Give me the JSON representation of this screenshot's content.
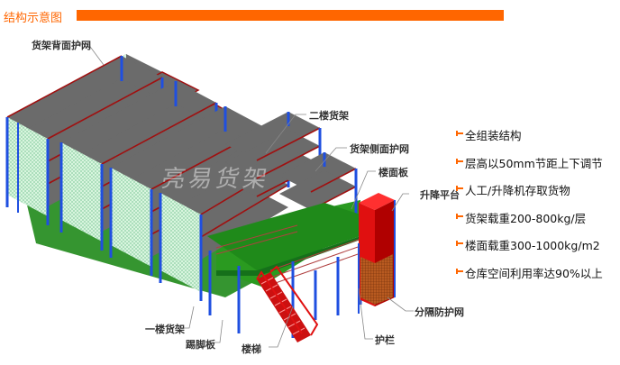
{
  "header": {
    "title": "结构示意图",
    "accent_color": "#ff6600"
  },
  "diagram": {
    "watermark": "亮易货架",
    "labels": {
      "back_guard_net": "货架背面护网",
      "second_floor_rack": "二楼货架",
      "side_guard_net": "货架侧面护网",
      "floor_panel": "楼面板",
      "lift_platform": "升降平台",
      "first_floor_rack": "一楼货架",
      "kick_board": "踢脚板",
      "staircase": "楼梯",
      "guardrail": "护栏",
      "partition_guard_net": "分隔防护网"
    },
    "colors": {
      "upright": "#1f4fe0",
      "beam": "#a01010",
      "shelf": "#6b6b6b",
      "floor": "#1f8a1a",
      "lift": "#e01010",
      "net": "#c8f0d0"
    }
  },
  "features": {
    "items": [
      {
        "text": "全组装结构"
      },
      {
        "text": "层高以50mm节距上下调节"
      },
      {
        "text": "人工/升降机存取货物"
      },
      {
        "text": "货架载重200-800kg/层"
      },
      {
        "text": "楼面载重300-1000kg/m2"
      },
      {
        "text": "仓库空间利用率达90%以上"
      }
    ]
  }
}
